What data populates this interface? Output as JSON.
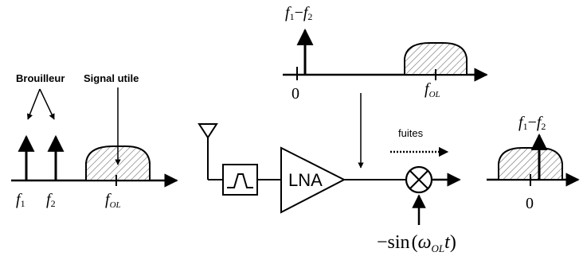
{
  "left_spectrum": {
    "interferer_label": "Brouilleur",
    "wanted_signal_label": "Signal utile",
    "f1_base": "f",
    "f1_sub": "1",
    "f2_base": "f",
    "f2_sub": "2",
    "fol_base": "f",
    "fol_sub": "OL"
  },
  "top_spectrum": {
    "diff_f1_base": "f",
    "diff_f1_sub": "1",
    "diff_minus": "−",
    "diff_f2_base": "f",
    "diff_f2_sub": "2",
    "zero_label": "0",
    "fol_base": "f",
    "fol_sub": "OL"
  },
  "chain": {
    "lna_label": "LNA",
    "leak_label": "fuites",
    "lo_minus": "−",
    "lo_sin": "sin",
    "lo_open": "(",
    "lo_omega": "ω",
    "lo_sub": "OL",
    "lo_t": "t",
    "lo_close": ")"
  },
  "right_spectrum": {
    "diff_f1_base": "f",
    "diff_f1_sub": "1",
    "diff_minus": "−",
    "diff_f2_base": "f",
    "diff_f2_sub": "2",
    "zero_label": "0"
  }
}
